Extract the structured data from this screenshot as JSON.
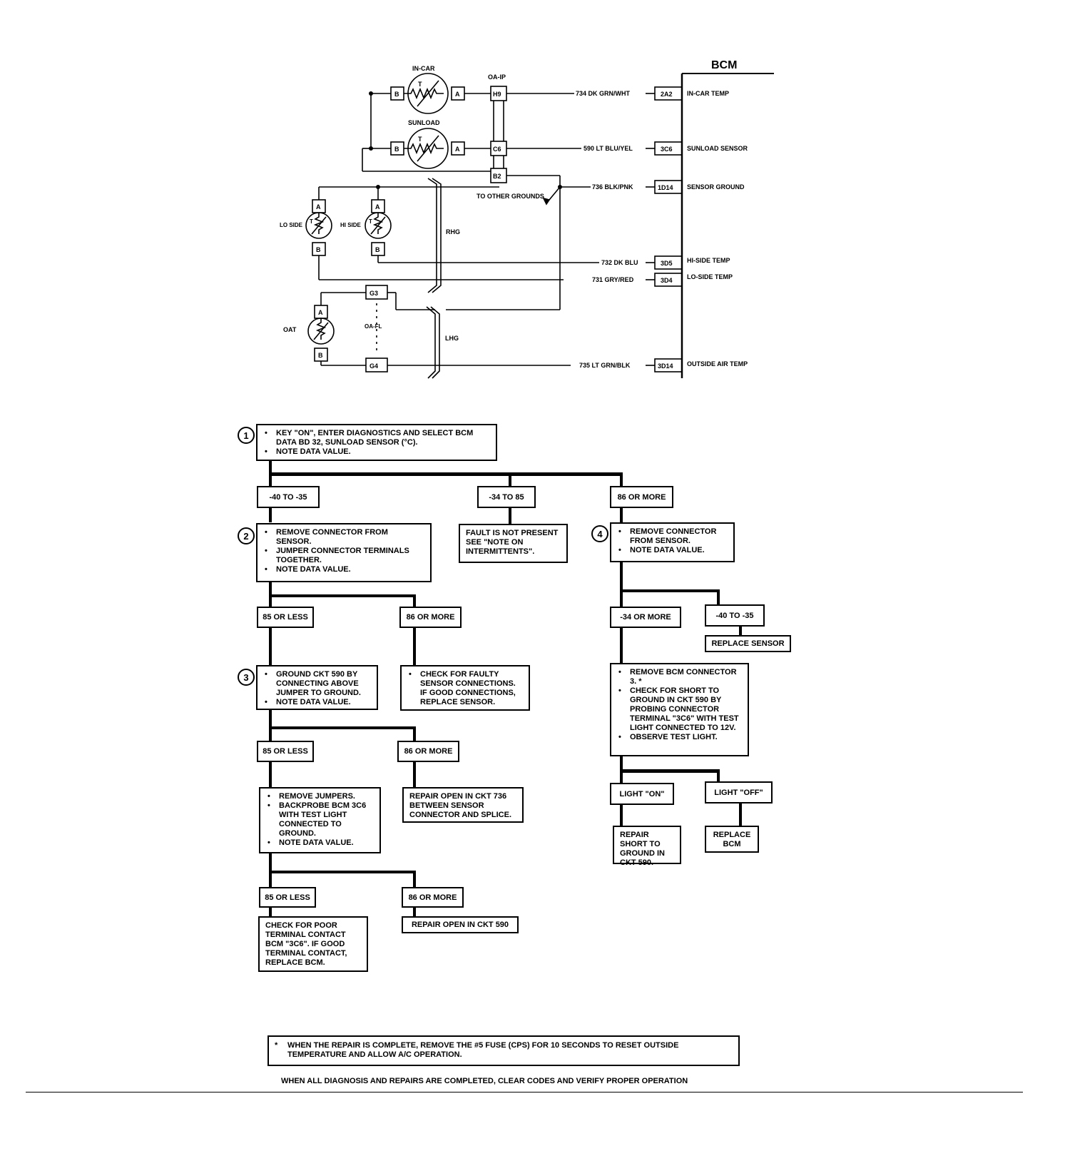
{
  "schematic": {
    "bcm_title": "BCM",
    "sensors": {
      "in_car": "IN-CAR",
      "sunload": "SUNLOAD",
      "lo_side": "LO SIDE",
      "hi_side": "HI SIDE",
      "oat": "OAT",
      "resistor_mark": "T"
    },
    "connectors": {
      "oa_ip": "OA-IP",
      "oa_fl": "OA-FL",
      "pin_a": "A",
      "pin_b": "B",
      "h9": "H9",
      "c6": "C6",
      "b2": "B2",
      "g3": "G3",
      "g4": "G4"
    },
    "harness": {
      "rhg": "RHG",
      "lhg": "LHG"
    },
    "to_other_grounds": "TO OTHER GROUNDS",
    "circuits": [
      {
        "wire": "734 DK GRN/WHT",
        "pin": "2A2",
        "function": "IN-CAR TEMP"
      },
      {
        "wire": "590 LT BLU/YEL",
        "pin": "3C6",
        "function": "SUNLOAD SENSOR"
      },
      {
        "wire": "736 BLK/PNK",
        "pin": "1D14",
        "function": "SENSOR GROUND"
      },
      {
        "wire": "732 DK BLU",
        "pin": "3D5",
        "function": "HI-SIDE TEMP"
      },
      {
        "wire": "731 GRY/RED",
        "pin": "3D4",
        "function": "LO-SIDE TEMP"
      },
      {
        "wire": "735 LT GRN/BLK",
        "pin": "3D14",
        "function": "OUTSIDE AIR TEMP"
      }
    ]
  },
  "flow": {
    "step1": {
      "num": "1",
      "items": [
        "KEY \"ON\", ENTER DIAGNOSTICS AND SELECT BCM DATA BD 32, SUNLOAD SENSOR (°C).",
        "NOTE DATA VALUE."
      ]
    },
    "r1_low": "-40 TO -35",
    "r1_mid": "-34 TO 85",
    "r1_high": "86 OR MORE",
    "fault_not_present": "FAULT IS NOT PRESENT SEE \"NOTE ON INTERMITTENTS\".",
    "step2": {
      "num": "2",
      "items": [
        "REMOVE CONNECTOR FROM SENSOR.",
        "JUMPER CONNECTOR TERMINALS TOGETHER.",
        "NOTE DATA VALUE."
      ]
    },
    "r2_low": "85 OR LESS",
    "r2_high": "86 OR MORE",
    "check_faulty": "CHECK FOR FAULTY SENSOR CONNECTIONS. IF GOOD CONNECTIONS, REPLACE SENSOR.",
    "step3": {
      "num": "3",
      "items": [
        "GROUND CKT 590 BY CONNECTING ABOVE JUMPER TO GROUND.",
        "NOTE DATA VALUE."
      ]
    },
    "r3_low": "85 OR LESS",
    "r3_high": "86 OR MORE",
    "repair_open_736": "REPAIR OPEN IN CKT 736 BETWEEN SENSOR CONNECTOR AND SPLICE.",
    "step3b": {
      "items": [
        "REMOVE JUMPERS.",
        "BACKPROBE BCM 3C6 WITH TEST LIGHT CONNECTED TO GROUND.",
        "NOTE DATA VALUE."
      ]
    },
    "r4_low": "85 OR LESS",
    "r4_high": "86 OR MORE",
    "check_poor": "CHECK FOR POOR TERMINAL CONTACT BCM \"3C6\". IF GOOD TERMINAL CONTACT, REPLACE BCM.",
    "repair_open_590": "REPAIR OPEN IN CKT 590",
    "step4": {
      "num": "4",
      "items": [
        "REMOVE CONNECTOR FROM SENSOR.",
        "NOTE DATA VALUE."
      ]
    },
    "r5_mid": "-34 OR MORE",
    "r5_low": "-40 TO -35",
    "replace_sensor": "REPLACE SENSOR",
    "step5": {
      "items": [
        "REMOVE BCM CONNECTOR 3. *",
        "CHECK FOR SHORT TO GROUND IN CKT 590 BY PROBING CONNECTOR TERMINAL \"3C6\" WITH TEST LIGHT CONNECTED TO 12V.",
        "OBSERVE TEST LIGHT."
      ]
    },
    "light_on": "LIGHT \"ON\"",
    "light_off": "LIGHT \"OFF\"",
    "repair_short": "REPAIR SHORT TO GROUND IN CKT 590.",
    "replace_bcm": "REPLACE BCM"
  },
  "note": {
    "star": "*",
    "text": "WHEN THE REPAIR IS COMPLETE, REMOVE THE #5 FUSE (CPS) FOR 10 SECONDS TO RESET OUTSIDE TEMPERATURE AND ALLOW A/C OPERATION."
  },
  "footer": "WHEN ALL DIAGNOSIS AND REPAIRS ARE COMPLETED, CLEAR CODES AND VERIFY PROPER OPERATION"
}
